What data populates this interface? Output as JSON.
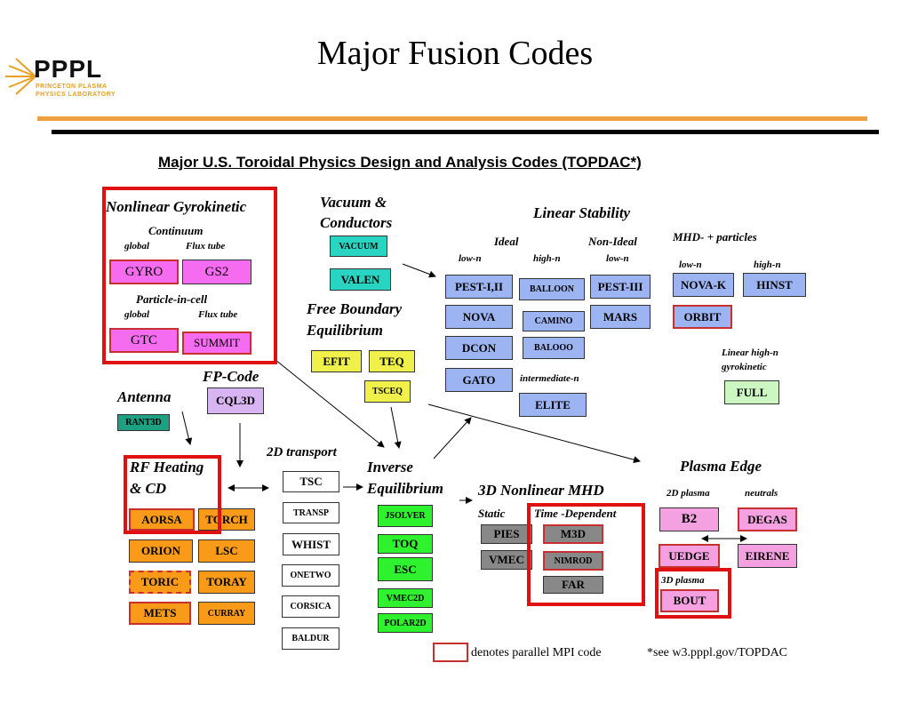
{
  "slide": {
    "title": "Major Fusion Codes"
  },
  "logo": {
    "word": "PPPL",
    "line1": "PRINCETON PLASMA",
    "line2": "PHYSICS LABORATORY"
  },
  "diagram": {
    "title": "Major U.S. Toroidal Physics Design and Analysis Codes (TOPDAC*)",
    "sections": {
      "nonlinear_gyrokinetic": "Nonlinear Gyrokinetic",
      "continuum": "Continuum",
      "global": "global",
      "flux_tube": "Flux tube",
      "particle_in_cell": "Particle-in-cell",
      "vacuum_conductors_1": "Vacuum &",
      "vacuum_conductors_2": "Conductors",
      "free_boundary_1": "Free Boundary",
      "free_boundary_2": "Equilibrium",
      "linear_stability": "Linear Stability",
      "ideal": "Ideal",
      "non_ideal": "Non-Ideal",
      "low_n": "low-n",
      "high_n": "high-n",
      "intermediate_n": "intermediate-n",
      "mhd_particles": "MHD- + particles",
      "linear_high_n_1": "Linear high-n",
      "linear_high_n_2": "gyrokinetic",
      "fp_code": "FP-Code",
      "antenna": "Antenna",
      "rf_heating_1": "RF Heating",
      "rf_heating_2": "& CD",
      "transport_2d": "2D transport",
      "inverse_eq_1": "Inverse",
      "inverse_eq_2": "Equilibrium",
      "nonlinear_mhd_3d": "3D Nonlinear MHD",
      "static": "Static",
      "time_dependent": "Time -Dependent",
      "plasma_edge": "Plasma Edge",
      "plasma_2d": "2D plasma",
      "neutrals": "neutrals",
      "plasma_3d": "3D plasma"
    },
    "codes": {
      "gyro": "GYRO",
      "gs2": "GS2",
      "gtc": "GTC",
      "summit": "SUMMIT",
      "vacuum": "VACUUM",
      "valen": "VALEN",
      "efit": "EFIT",
      "teq": "TEQ",
      "tsceq": "TSCEQ",
      "pest12": "PEST-I,II",
      "balloon": "BALLOON",
      "pest3": "PEST-III",
      "nova": "NOVA",
      "camino": "CAMINO",
      "mars": "MARS",
      "dcon": "DCON",
      "balooo": "BALOOO",
      "gato": "GATO",
      "elite": "ELITE",
      "novak": "NOVA-K",
      "hinst": "HINST",
      "orbit": "ORBIT",
      "full": "FULL",
      "cql3d": "CQL3D",
      "rant3d": "RANT3D",
      "aorsa": "AORSA",
      "torch": "TORCH",
      "orion": "ORION",
      "lsc": "LSC",
      "toric": "TORIC",
      "toray": "TORAY",
      "mets": "METS",
      "curray": "CURRAY",
      "tsc": "TSC",
      "transp": "TRANSP",
      "whist": "WHIST",
      "onetwo": "ONETWO",
      "corsica": "CORSICA",
      "baldur": "BALDUR",
      "jsolver": "JSOLVER",
      "toq": "TOQ",
      "esc": "ESC",
      "vmec2d": "VMEC2D",
      "polar2d": "POLAR2D",
      "pies": "PIES",
      "vmec": "VMEC",
      "m3d": "M3D",
      "nimrod": "NIMROD",
      "far": "FAR",
      "b2": "B2",
      "degas": "DEGAS",
      "uedge": "UEDGE",
      "eirene": "EIRENE",
      "bout": "BOUT"
    },
    "legend": "denotes parallel MPI code",
    "footnote": "*see w3.pppl.gov/TOPDAC"
  },
  "colors": {
    "gyrokinetic": "#f56cf0",
    "vacuum": "#2ad4c2",
    "stability": "#9cb4f2",
    "free_boundary": "#f0f04a",
    "fp_code": "#d9b4f2",
    "antenna": "#1ea082",
    "rf": "#f99b18",
    "inverse_eq": "#2ef22e",
    "mhd3d": "#888888",
    "edge": "#f5a0e0",
    "highlight": "#e01010",
    "mpi": "#c83030",
    "rule_orange": "#f0a040"
  }
}
